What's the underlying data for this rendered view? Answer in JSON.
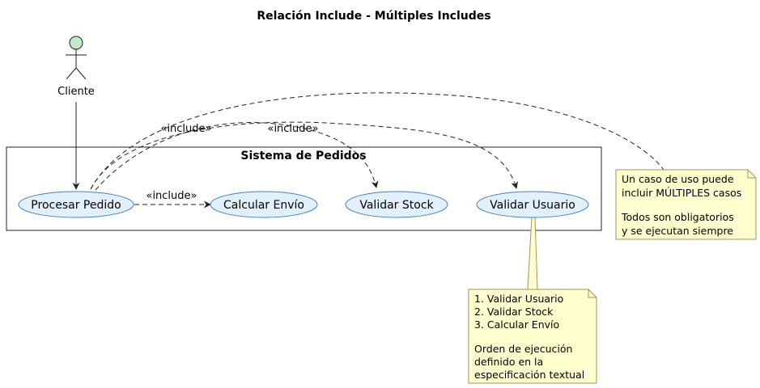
{
  "title": "Relación Include - Múltiples Includes",
  "actor": {
    "name": "Cliente"
  },
  "system": {
    "name": "Sistema de Pedidos"
  },
  "use_cases": {
    "procesar": "Procesar Pedido",
    "envio": "Calcular Envío",
    "stock": "Validar Stock",
    "usuario": "Validar Usuario"
  },
  "relations": {
    "include_envio": "«include»",
    "include_stock": "«include»",
    "include_usuario": "«include»"
  },
  "notes": {
    "top": {
      "lines": [
        "Un caso de uso puede",
        "incluir MÚLTIPLES casos",
        "",
        "Todos son obligatorios",
        "y se ejecutan siempre"
      ]
    },
    "bottom": {
      "lines": [
        "1. Validar Usuario",
        "2. Validar Stock",
        "3. Calcular Envío",
        "",
        "Orden de ejecución",
        "definido en la",
        "especificación textual"
      ]
    }
  },
  "colors": {
    "usecase_fill": "#e2f0fb",
    "usecase_stroke": "#4a7fbf",
    "actor_head_fill": "#c5e8c5",
    "note_fill": "#fefece",
    "note_stroke": "#9a9a5a",
    "line": "#222222"
  }
}
